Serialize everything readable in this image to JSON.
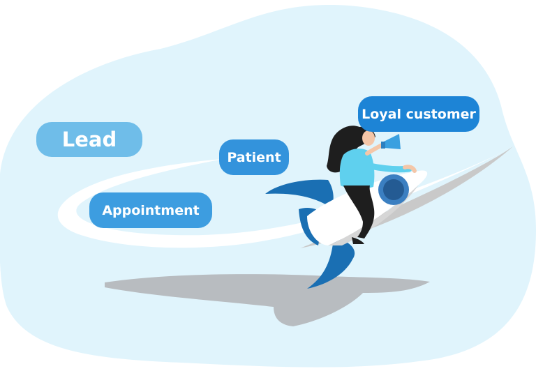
{
  "labels": {
    "lead": "Lead",
    "appointment": "Appointment",
    "patient": "Patient",
    "loyal_customer": "Loyal customer"
  },
  "colors": {
    "background_blob": "#e0f4fc",
    "trail": "#ffffff",
    "shadow": "#b8bcc0",
    "rocket_body": "#ffffff",
    "rocket_fins": "#1a6fb3",
    "rocket_window": "#2a6aa6",
    "lead_pill": "#6fbde9",
    "appointment_pill": "#3d9de0",
    "patient_pill": "#3393dc",
    "loyal_pill": "#1d84d6",
    "shirt": "#5fd0ee",
    "hair": "#1e1e1e",
    "megaphone": "#3aa0e0"
  },
  "illustration": {
    "subject": "woman-riding-rocket-icon",
    "prop": "megaphone-icon"
  }
}
